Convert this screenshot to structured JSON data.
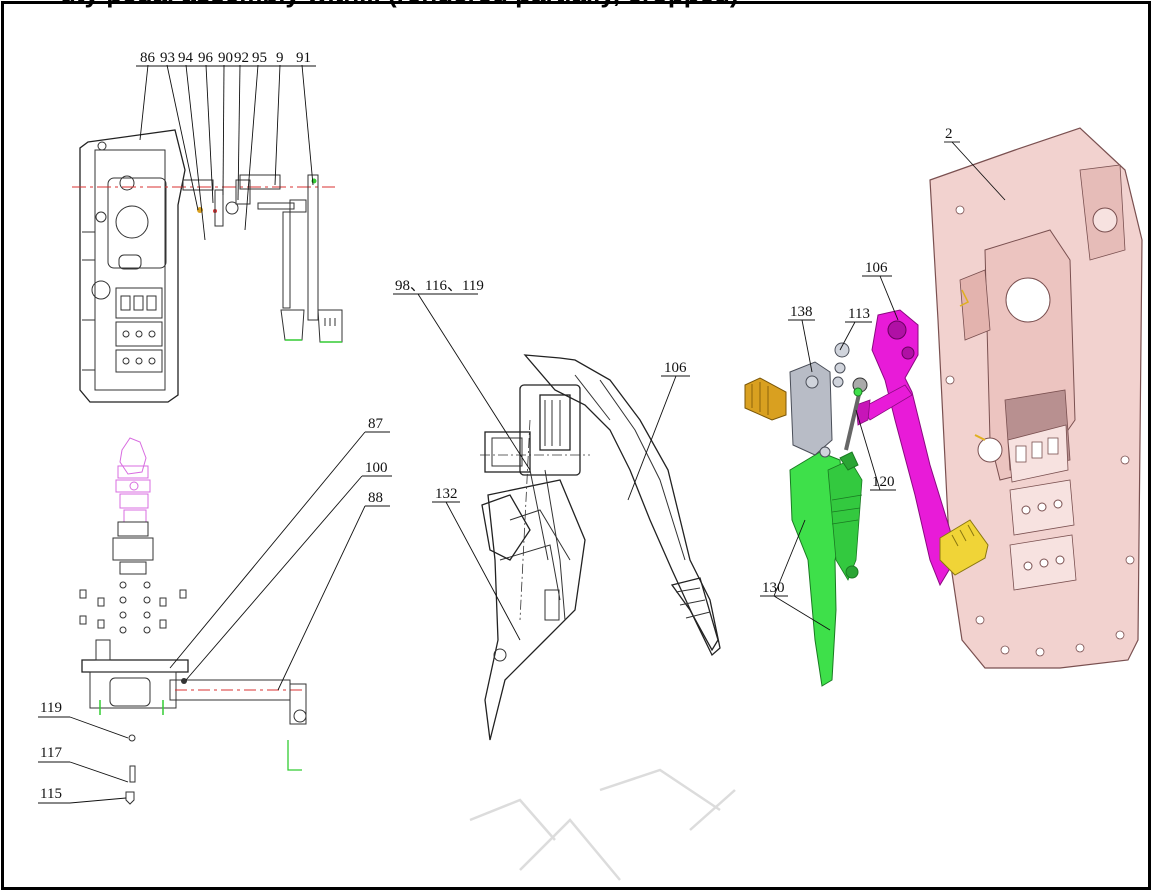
{
  "header": {
    "text": "uty pedal assembly with... (rendered partially, cropped)"
  },
  "part_labels": {
    "p86": "86",
    "p93": "93",
    "p94": "94",
    "p96": "96",
    "p90": "90",
    "p92": "92",
    "p95": "95",
    "p9": "9",
    "p91": "91",
    "p87": "87",
    "p100": "100",
    "p88": "88",
    "p119": "119",
    "p117": "117",
    "p115": "115",
    "p98": "98、116、119",
    "p132": "132",
    "p106a": "106",
    "p138": "138",
    "p113": "113",
    "p106b": "106",
    "p120": "120",
    "p130": "130",
    "p2": "2"
  },
  "colors": {
    "frame": "#000000",
    "housing": "#f2d2cf",
    "pedal_arm": "#e81bd8",
    "pedal_pad": "#f0d437",
    "master_cylinder": "#3ee04a",
    "fitting": "#d9a020",
    "switch": "#b8bcc6",
    "ghost_stack": "#d86ce0"
  }
}
